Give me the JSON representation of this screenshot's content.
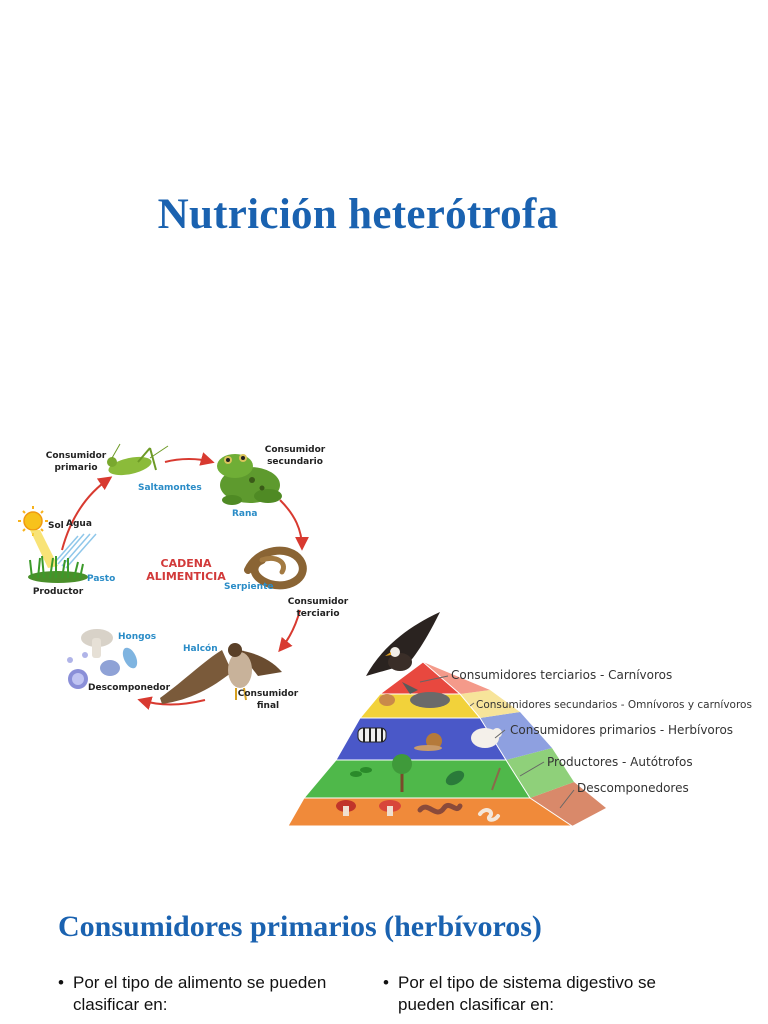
{
  "title": "Nutrición heterótrofa",
  "food_chain": {
    "center": [
      "CADENA",
      "ALIMENTICIA"
    ],
    "labels": {
      "consumidor_primario": [
        "Consumidor",
        "primario"
      ],
      "consumidor_secundario": [
        "Consumidor",
        "secundario"
      ],
      "consumidor_terciario": [
        "Consumidor",
        "terciario"
      ],
      "consumidor_final": [
        "Consumidor",
        "final"
      ],
      "productor": "Productor",
      "descomponedor": "Descomponedor"
    },
    "organisms": {
      "saltamontes": "Saltamontes",
      "rana": "Rana",
      "serpiente": "Serpiente",
      "halcon": "Halcón",
      "hongos": "Hongos",
      "pasto": "Pasto",
      "sol": "Sol",
      "agua": "Agua"
    }
  },
  "pyramid": {
    "levels": [
      {
        "label": "Consumidores terciarios - Carnívoros",
        "color": "#e8483f"
      },
      {
        "label": "Consumidores secundarios - Omnívoros y carnívoros",
        "color": "#f2d23a"
      },
      {
        "label": "Consumidores primarios - Herbívoros",
        "color": "#4a58c8"
      },
      {
        "label": "Productores - Autótrofos",
        "color": "#4fb84a"
      },
      {
        "label": "Descomponedores",
        "color": "#f08a3a"
      }
    ]
  },
  "section_title": "Consumidores primarios (herbívoros)",
  "bullets": [
    {
      "line1": "Por el tipo de alimento se pueden",
      "line2": "clasificar en:"
    },
    {
      "line1": "Por el tipo de sistema digestivo se",
      "line2": "pueden clasificar en:"
    }
  ]
}
